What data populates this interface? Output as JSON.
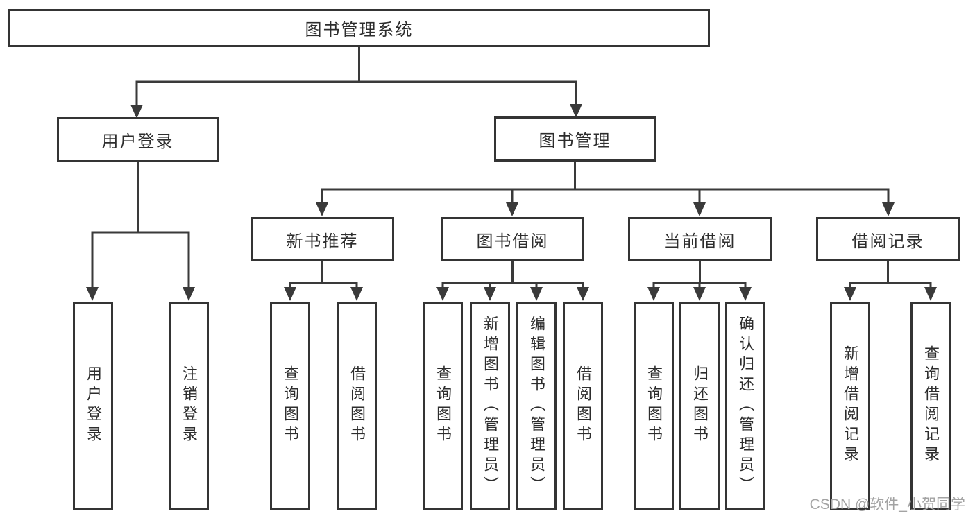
{
  "diagram": {
    "root": {
      "label": "图书管理系统"
    },
    "branches": [
      {
        "label": "用户登录",
        "children": [
          {
            "label": "用户登录"
          },
          {
            "label": "注销登录"
          }
        ]
      },
      {
        "label": "图书管理",
        "children": [
          {
            "label": "新书推荐",
            "children": [
              {
                "label": "查询图书"
              },
              {
                "label": "借阅图书"
              }
            ]
          },
          {
            "label": "图书借阅",
            "children": [
              {
                "label": "查询图书"
              },
              {
                "label": "新增图书（管理员）"
              },
              {
                "label": "编辑图书（管理员）"
              },
              {
                "label": "借阅图书"
              }
            ]
          },
          {
            "label": "当前借阅",
            "children": [
              {
                "label": "查询图书"
              },
              {
                "label": "归还图书"
              },
              {
                "label": "确认归还（管理员）"
              }
            ]
          },
          {
            "label": "借阅记录",
            "children": [
              {
                "label": "新增借阅记录"
              },
              {
                "label": "查询借阅记录"
              }
            ]
          }
        ]
      }
    ]
  },
  "watermark": {
    "text": "CSDN @软件_小贺同学"
  },
  "colors": {
    "line": "#3a3a3a",
    "border": "#343434",
    "text": "#2d2d2d",
    "watermark": "#a3a3a3",
    "background": "#ffffff"
  }
}
